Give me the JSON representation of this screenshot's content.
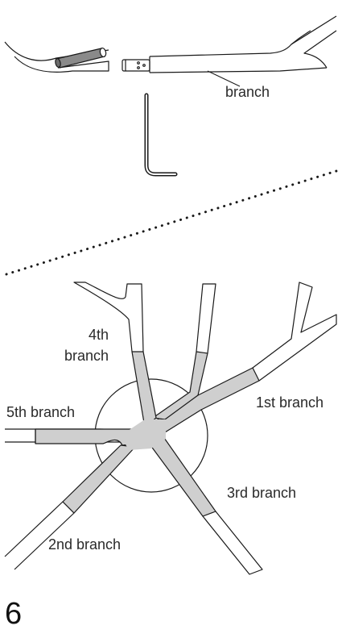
{
  "step_number": "6",
  "top": {
    "branch_label": "branch"
  },
  "bottom": {
    "labels": {
      "first": "1st branch",
      "second": "2nd branch",
      "third": "3rd branch",
      "fourth_line1": "4th",
      "fourth_line2": "branch",
      "fifth": "5th branch"
    }
  },
  "colors": {
    "line": "#1a1a1a",
    "joint_fill": "#cfcfcf",
    "tube_fill": "#8a8a8a"
  },
  "icons": [
    "allen-key-icon",
    "tube-connector-icon",
    "branch-hub-icon"
  ]
}
